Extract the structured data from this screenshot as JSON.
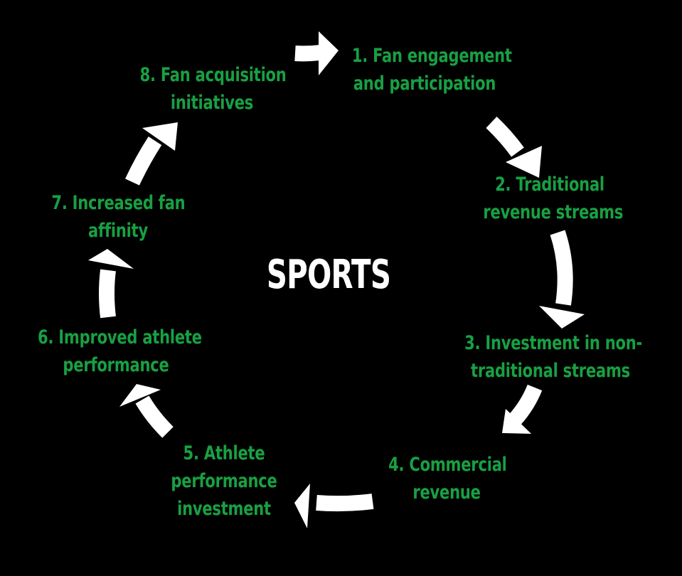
{
  "title": "SPORTS",
  "colors": {
    "background": "#000000",
    "text": "#18a043",
    "title": "#ffffff",
    "arrow": "#ffffff"
  },
  "steps": [
    {
      "lines": [
        "1. Fan engagement",
        "and participation"
      ]
    },
    {
      "lines": [
        "2. Traditional",
        "revenue streams"
      ]
    },
    {
      "lines": [
        "3. Investment in non-",
        "traditional streams"
      ]
    },
    {
      "lines": [
        "4. Commercial",
        "revenue"
      ]
    },
    {
      "lines": [
        "5. Athlete",
        "performance",
        "investment"
      ]
    },
    {
      "lines": [
        "6. Improved athlete",
        "performance"
      ]
    },
    {
      "lines": [
        "7. Increased fan",
        "affinity"
      ]
    },
    {
      "lines": [
        "8. Fan acquisition",
        "initiatives"
      ]
    }
  ]
}
